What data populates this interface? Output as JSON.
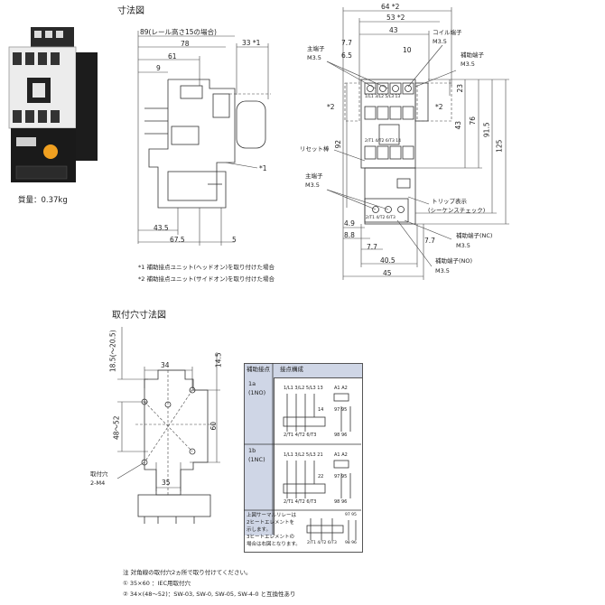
{
  "title_main": "寸法図",
  "title_mount": "取付穴寸法図",
  "weight": "質量：0.37kg",
  "side_dims": {
    "d89": "89(レール高さ15の場合)",
    "d78": "78",
    "d33": "33 *1",
    "d61": "61",
    "d9": "9",
    "d43_5": "43.5",
    "d67_5": "67.5",
    "d5": "5",
    "star1": "*1"
  },
  "notes": [
    "*1  補助接点ユニット(ヘッドオン)を取り付けた場合",
    "*2  補助接点ユニット(サイドオン)を取り付けた場合"
  ],
  "front_dims": {
    "d64": "64 *2",
    "d53": "53 *2",
    "d43top": "43",
    "d10": "10",
    "d7_7a": "7.7",
    "d6_5": "6.5",
    "d23": "23",
    "d43v": "43",
    "d76": "76",
    "d91_5": "91.5",
    "d125": "125",
    "d92": "92",
    "d4_9": "4.9",
    "d8_8": "8.8",
    "d7_7b": "7.7",
    "d7_7c": "7.7",
    "d40_5": "40.5",
    "d45": "45",
    "star2a": "*2",
    "star2b": "*2"
  },
  "front_labels": {
    "coil": "コイル端子",
    "coil_m": "M3.5",
    "main_top": "主端子",
    "main_top_m": "M3.5",
    "aux_top": "補助端子",
    "aux_top_m": "M3.5",
    "reset": "リセット棒",
    "main_bot": "主端子",
    "main_bot_m": "M3.5",
    "trip": "トリップ表示",
    "trip2": "(シーケンスチェック)",
    "aux_nc": "補助端子(NC)",
    "aux_nc_m": "M3.5",
    "aux_no": "補助端子(NO)",
    "aux_no_m": "M3.5",
    "term_top": "1/L1 3/L2 5/L3 13",
    "term_mid": "2/T1 4/T2 6/T3 14",
    "term_bot": "2/T1 4/T2 6/T3"
  },
  "mount_dims": {
    "d18_5": "18.5(～20.5)",
    "d48_52": "48～52",
    "d34": "34",
    "d14_5": "14.5",
    "d60": "60",
    "d35": "35",
    "hole": "取付穴",
    "hole2": "2-M4"
  },
  "table": {
    "h1": "補助接点",
    "h2": "接点構成",
    "r1a": "1a",
    "r1b": "(1NO)",
    "r2a": "1b",
    "r2b": "(1NC)",
    "r1_top": "1/L1 3/L2 5/L3  13",
    "r1_a": "A1  A2",
    "r1_14": "14",
    "r1_97": "97  95",
    "r1_bot": "2/T1 4/T2 6/T3",
    "r1_98": "98  96",
    "r2_top": "1/L1 3/L2 5/L3  21",
    "r2_a": "A1  A2",
    "r2_22": "22",
    "r2_97": "97  95",
    "r2_bot": "2/T1 4/T2 6/T3",
    "r2_98": "98  96",
    "foot": [
      "上図サーマルリレーは",
      "2ヒートエレメントを",
      "示します。",
      "3ヒートエレメントの",
      "場合は右図となります。"
    ],
    "foot_97": "97 95",
    "foot_bot": "2/T1 4/T2 6/T3",
    "foot_98": "98 96"
  },
  "bottom_notes": [
    "注  対角線の取付穴2ヵ所で取り付けてください。",
    "① 35×60         ：IEC用取付穴",
    "② 34×(48～52)：SW-03, SW-0, SW-05, SW-4-0 と互換性あり"
  ]
}
